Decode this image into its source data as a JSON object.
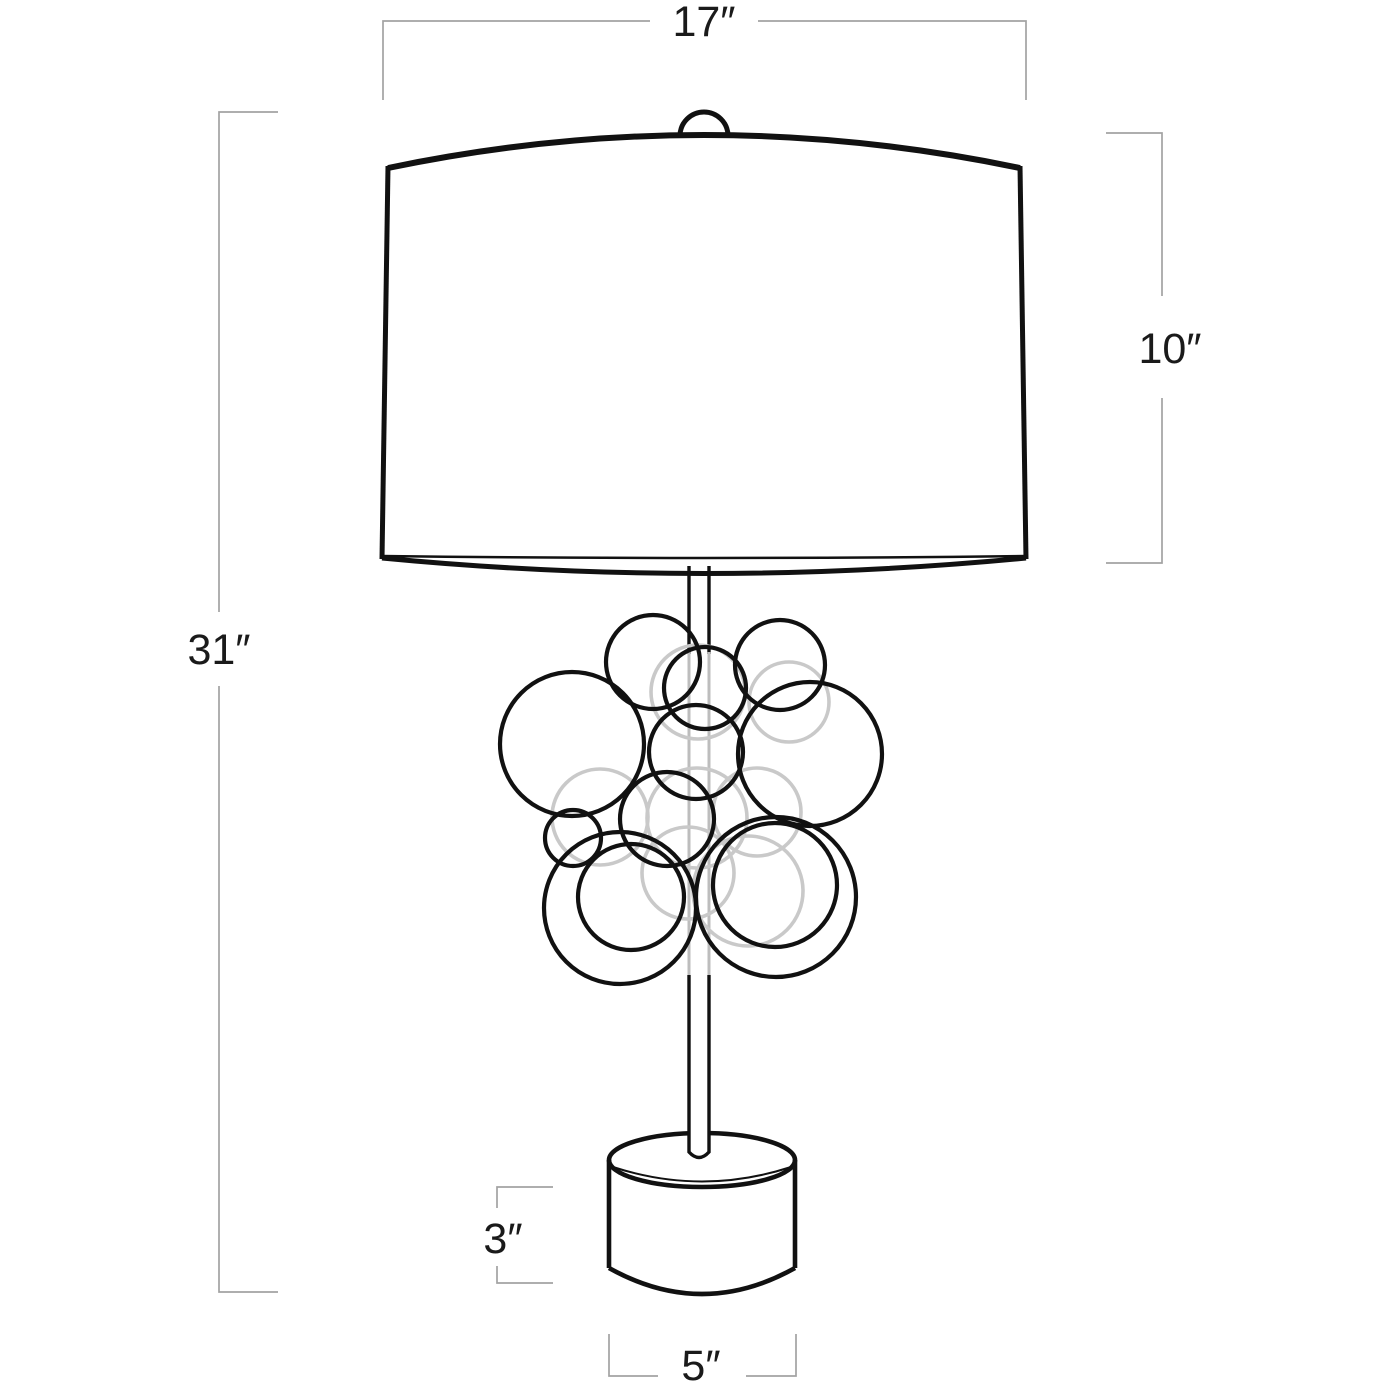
{
  "diagram": {
    "subject": "table-lamp-line-drawing"
  },
  "dimensions": {
    "shade_width_label": "17″",
    "shade_height_label": "10″",
    "overall_height_label": "31″",
    "base_height_label": "3″",
    "base_width_label": "5″"
  },
  "colors": {
    "background": "#ffffff",
    "ink": "#111111",
    "dimension_line": "#a2a2a2",
    "label_text": "#1a1a1a",
    "bubble_gray": "#c9c9c9",
    "rod_behind_glass": "#bdbdbd"
  },
  "drawing": {
    "bubbles": {
      "gray": [
        [
          698,
          692,
          47
        ],
        [
          789,
          702,
          40
        ],
        [
          600,
          817,
          48
        ],
        [
          697,
          818,
          50
        ],
        [
          757,
          812,
          44
        ],
        [
          748,
          891,
          55
        ],
        [
          688,
          873,
          46
        ]
      ],
      "black": [
        [
          653,
          662,
          47
        ],
        [
          780,
          665,
          45
        ],
        [
          705,
          688,
          41
        ],
        [
          572,
          744,
          72
        ],
        [
          810,
          754,
          72
        ],
        [
          696,
          752,
          47
        ],
        [
          667,
          819,
          47
        ],
        [
          573,
          838,
          28
        ],
        [
          620,
          908,
          76
        ],
        [
          631,
          897,
          53
        ],
        [
          776,
          897,
          80
        ],
        [
          775,
          885,
          62
        ]
      ]
    }
  }
}
